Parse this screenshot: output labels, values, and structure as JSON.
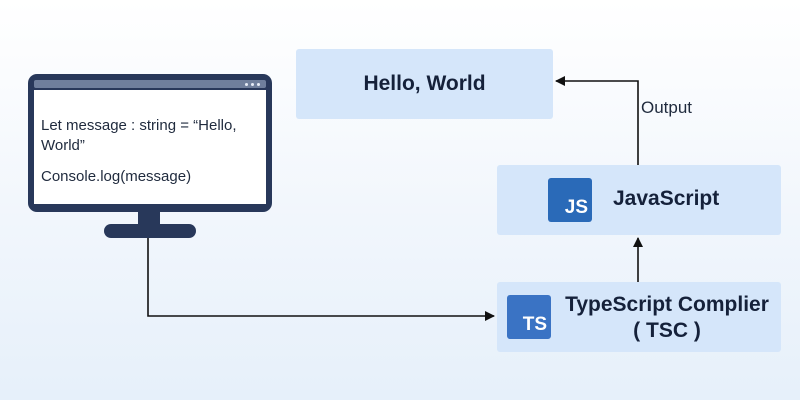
{
  "code": {
    "line1": "Let message : string = “Hello, World”",
    "line2": "Console.log(message)"
  },
  "hello_box": {
    "label": "Hello, World"
  },
  "javascript_box": {
    "badge": "JS",
    "label": "JavaScript"
  },
  "typescript_box": {
    "badge": "TS",
    "label_line1": "TypeScript Complier",
    "label_line2": "( TSC )"
  },
  "edges": {
    "output_label": "Output"
  },
  "colors": {
    "box_fill": "#d5e6fa",
    "monitor": "#28385a",
    "js_badge": "#2a6ab8",
    "ts_badge": "#3a73c4",
    "arrow": "#111111"
  },
  "icons": [
    "monitor-icon",
    "js-logo-icon",
    "ts-logo-icon"
  ]
}
